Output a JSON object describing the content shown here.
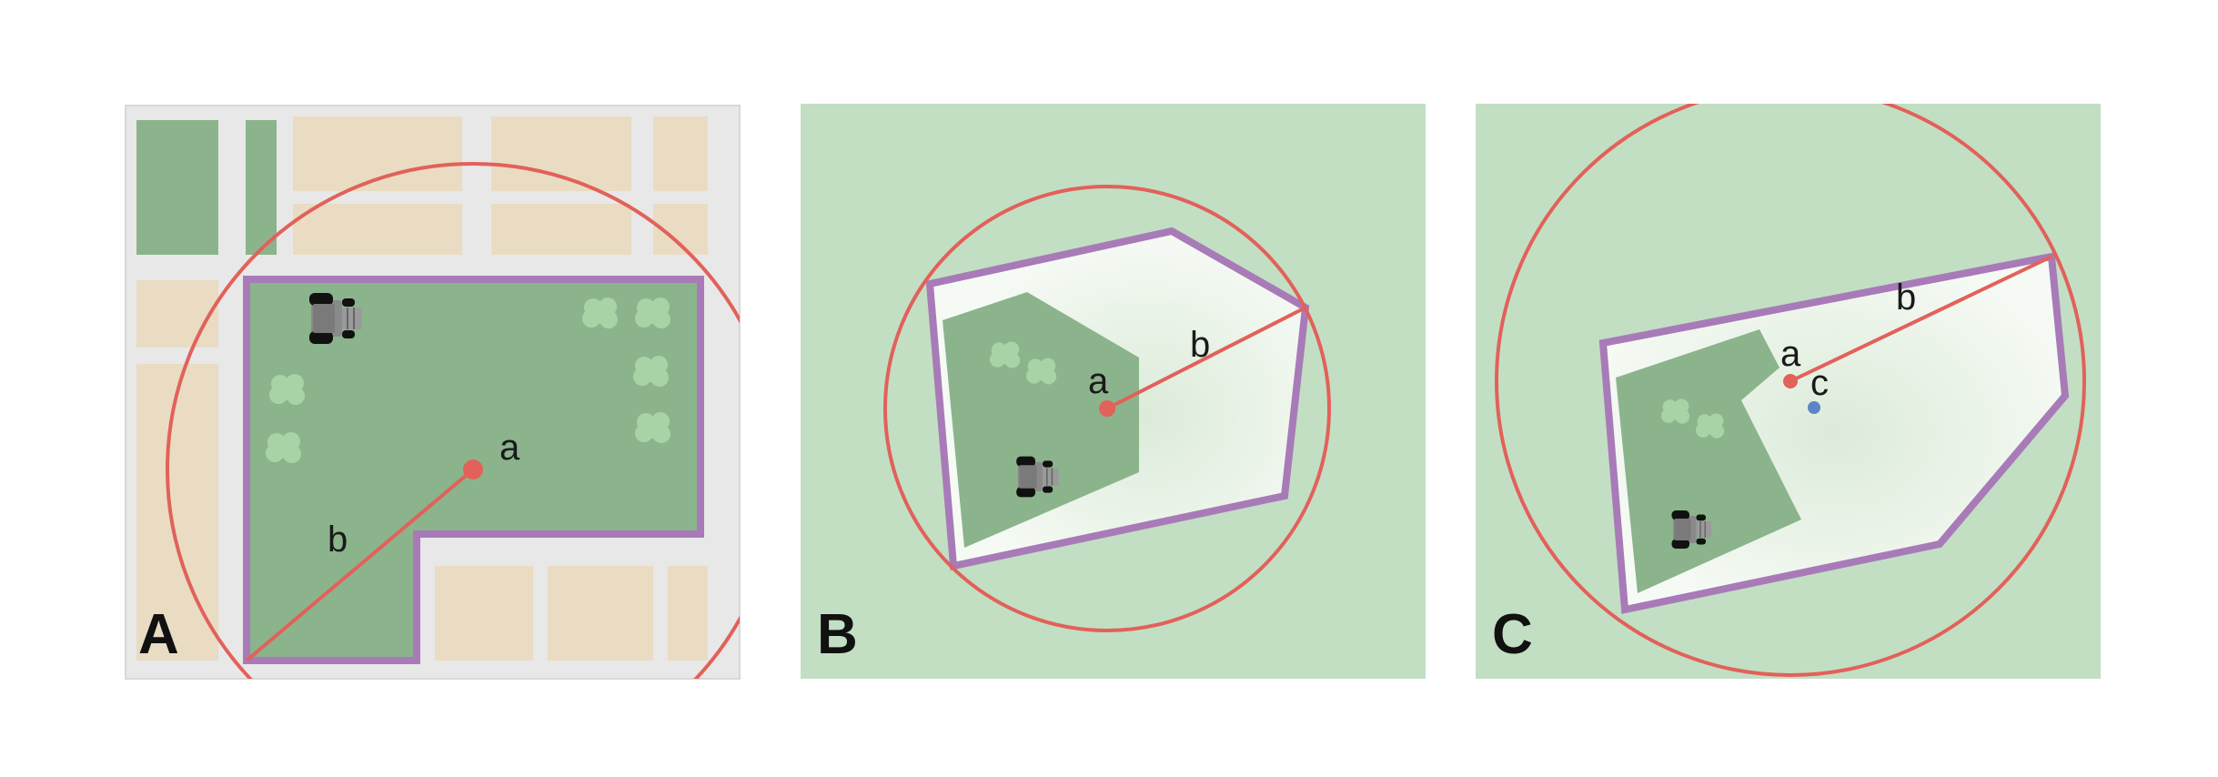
{
  "panels": [
    {
      "letter": "A",
      "center_label": "a",
      "radius_label": "b"
    },
    {
      "letter": "B",
      "center_label": "a",
      "radius_label": "b"
    },
    {
      "letter": "C",
      "center_label": "a",
      "radius_label": "b",
      "extra_label": "c"
    }
  ],
  "colors": {
    "background_grass": "#c2dfc3",
    "field": "#8bb48c",
    "tree": "#a8d3a7",
    "building": "#e9dcc3",
    "road": "#e8e8e8",
    "boundary": "#a87bb8",
    "circle": "#e2615a",
    "center_point": "#e2615a",
    "centroid_point": "#5b85c6",
    "hull_fill": "#f4f8f2",
    "tractor": "#8a8a8a"
  },
  "icons": [
    "tractor-icon",
    "tree-icon"
  ]
}
